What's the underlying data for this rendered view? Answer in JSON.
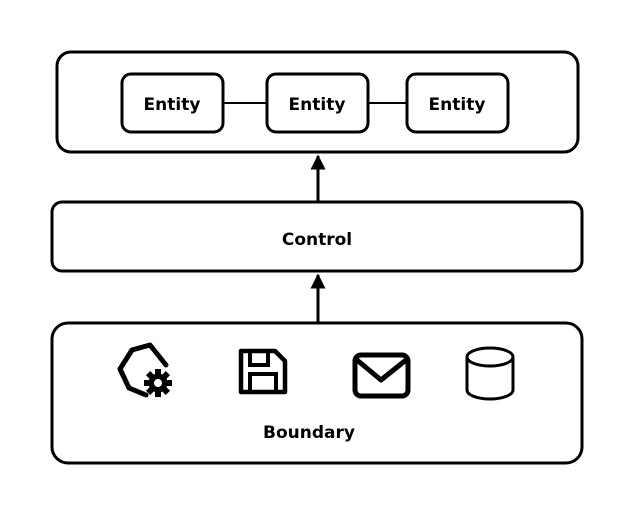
{
  "diagram": {
    "entity_layer": {
      "entities": [
        {
          "label": "Entity"
        },
        {
          "label": "Entity"
        },
        {
          "label": "Entity"
        }
      ]
    },
    "control_layer": {
      "label": "Control"
    },
    "boundary_layer": {
      "label": "Boundary",
      "icons": [
        "hexagon-gear-icon",
        "floppy-disk-icon",
        "envelope-icon",
        "database-icon"
      ]
    }
  }
}
